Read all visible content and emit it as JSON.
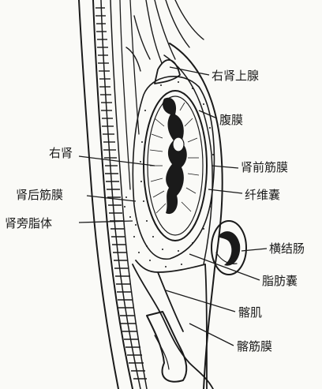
{
  "labels": {
    "right_adrenal": "右肾上腺",
    "peritoneum": "腹膜",
    "right_kidney": "右肾",
    "anterior_renal_fascia": "肾前筋膜",
    "posterior_renal_fascia": "肾后筋膜",
    "fibrous_capsule": "纤维囊",
    "pararenal_fat": "肾旁脂体",
    "transverse_colon": "横结肠",
    "adipose_capsule": "脂肪囊",
    "iliacus_muscle": "髂肌",
    "iliac_fascia": "髂筋膜"
  }
}
